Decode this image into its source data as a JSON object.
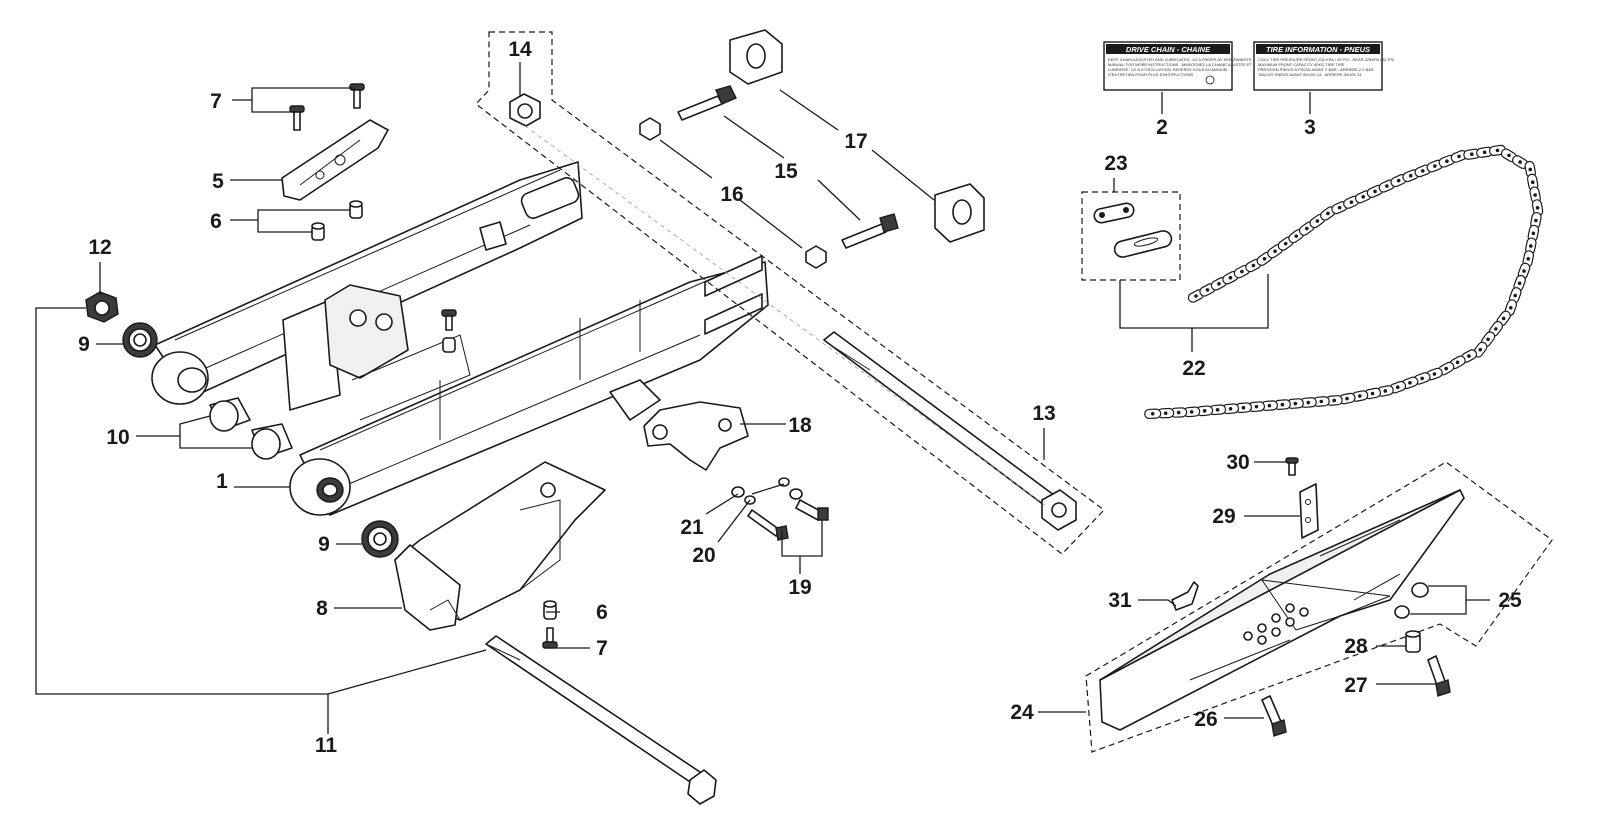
{
  "diagram": {
    "callouts": [
      "1",
      "2",
      "3",
      "5",
      "6",
      "6",
      "7",
      "7",
      "8",
      "9",
      "9",
      "10",
      "11",
      "12",
      "13",
      "14",
      "15",
      "16",
      "17",
      "18",
      "19",
      "20",
      "21",
      "22",
      "23",
      "24",
      "25",
      "26",
      "27",
      "28",
      "29",
      "30",
      "31"
    ],
    "labels": {
      "drive_chain": {
        "title": "DRIVE CHAIN - CHAINE",
        "fine_print": [
          "KEEP CHAIN ADJUSTED AND LUBRICATED. 1/2 A FREEPLAY SEE OWNER'S",
          "MANUAL FOR MORE INSTRUCTIONS - MAINTENEZ LA CHAINE AJUSTEE ET",
          "LUBRIFIEE. 1/2 A D'OSCILLATION. REFEREZ-VOUS AU MANUEL",
          "D'ENTRETIEN POUR PLUS D'INSTRUCTIONS"
        ]
      },
      "tire_info": {
        "title": "TIRE INFORMATION - PNEUS",
        "fine_print": [
          "COLD TIRE PRESSURE FRONT 200 KPA / 29 PSI - REAR 225KPA / 32 PSI",
          "MAXIMUM FRONT CAPACITY 80KG TIRE TIRE",
          "PRESSION PNEUS A FROID AVANT 2 BAR - ARRIERE 2.2 BAR",
          "TAILLES PNEUS AVANT 80/100-14 - ARRIERE 90/100-14"
        ]
      }
    }
  }
}
